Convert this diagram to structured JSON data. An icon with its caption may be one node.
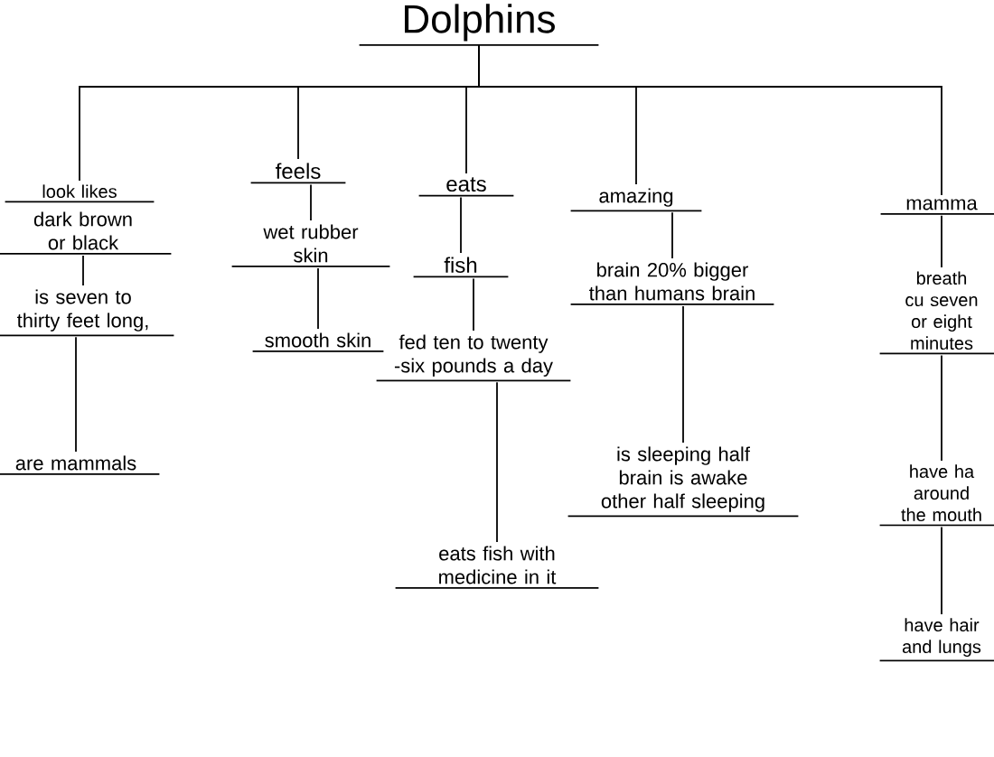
{
  "diagram": {
    "nodes": [
      {
        "text": [
          "Dolphins"
        ]
      },
      {
        "text": [
          "look likes"
        ]
      },
      {
        "text": [
          "dark brown or black"
        ]
      },
      {
        "text": [
          "is seven to thirty feet long,"
        ]
      },
      {
        "text": [
          "are mammals"
        ]
      },
      {
        "text": [
          "feels"
        ]
      },
      {
        "text": [
          "wet rubber skin"
        ]
      },
      {
        "text": [
          "smooth skin"
        ]
      },
      {
        "text": [
          "eats"
        ]
      },
      {
        "text": [
          "fish"
        ]
      },
      {
        "text": [
          "fed ten to twenty -six pounds a day"
        ]
      },
      {
        "text": [
          "eats fish with medicine in it"
        ]
      },
      {
        "text": [
          "amazing"
        ]
      },
      {
        "text": [
          "brain 20% bigger than humans brain"
        ]
      },
      {
        "text": [
          "is sleeping half brain is awake other half sleeping"
        ]
      },
      {
        "text": [
          "mamma"
        ]
      },
      {
        "text": [
          "breath cu seven or eight minutes"
        ]
      },
      {
        "text": [
          "have ha around the mouth"
        ]
      },
      {
        "text": [
          "have hair and lungs"
        ]
      }
    ],
    "edges": [
      {
        "from": 0,
        "to": 1,
        "arrow": "none"
      },
      {
        "from": 0,
        "to": 5,
        "arrow": "none"
      },
      {
        "from": 0,
        "to": 8,
        "arrow": "none"
      },
      {
        "from": 0,
        "to": 12,
        "arrow": "none"
      },
      {
        "from": 0,
        "to": 15,
        "arrow": "none"
      },
      {
        "from": 2,
        "to": 3,
        "arrow": "none"
      },
      {
        "from": 3,
        "to": 4,
        "arrow": "none"
      },
      {
        "from": 5,
        "to": 6,
        "arrow": "none"
      },
      {
        "from": 6,
        "to": 7,
        "arrow": "none"
      },
      {
        "from": 8,
        "to": 9,
        "arrow": "none"
      },
      {
        "from": 9,
        "to": 10,
        "arrow": "none"
      },
      {
        "from": 10,
        "to": 11,
        "arrow": "none"
      },
      {
        "from": 12,
        "to": 13,
        "arrow": "none"
      },
      {
        "from": 13,
        "to": 14,
        "arrow": "none"
      },
      {
        "from": 15,
        "to": 16,
        "arrow": "none"
      },
      {
        "from": 16,
        "to": 17,
        "arrow": "none"
      },
      {
        "from": 17,
        "to": 18,
        "arrow": "none"
      }
    ]
  }
}
